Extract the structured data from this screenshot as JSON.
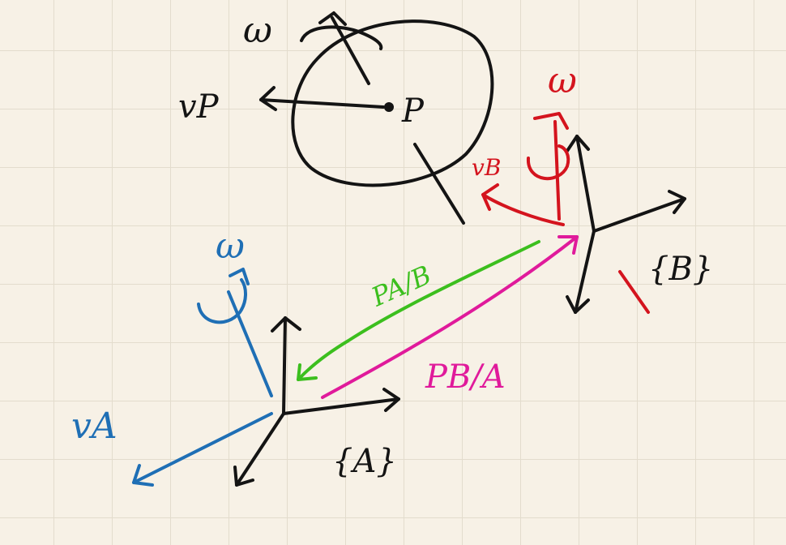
{
  "colors": {
    "paper": "#f7f1e6",
    "grid": "#e3dccd",
    "black": "#141414",
    "red": "#d4141e",
    "blue": "#1f6fb5",
    "green": "#3cbf1e",
    "magenta": "#e01a9b"
  },
  "labels": {
    "omega_body": "ω",
    "point_p": "P",
    "v_p": "vP",
    "omega_b": "ω",
    "v_b": "vB",
    "frame_b": "{B}",
    "p_a_b": "PA/B",
    "p_b_a": "PB/A",
    "omega_a": "ω",
    "v_a": "vA",
    "frame_a": "{A}"
  }
}
